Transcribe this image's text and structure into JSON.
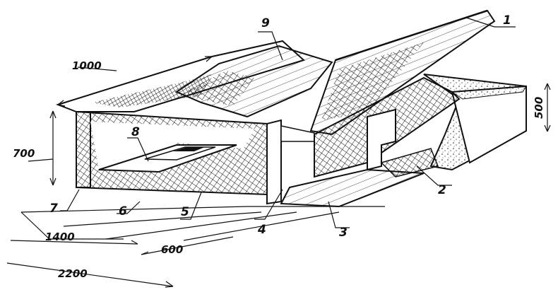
{
  "diagram": {
    "part_labels": {
      "p1": "1",
      "p2": "2",
      "p3": "3",
      "p4": "4",
      "p5": "5",
      "p6": "6",
      "p7": "7",
      "p8": "8",
      "p9": "9"
    },
    "dimensions": {
      "d1000": "1000",
      "d700": "700",
      "d500": "500",
      "d1400": "1400",
      "d600": "600",
      "d2200": "2200"
    }
  }
}
